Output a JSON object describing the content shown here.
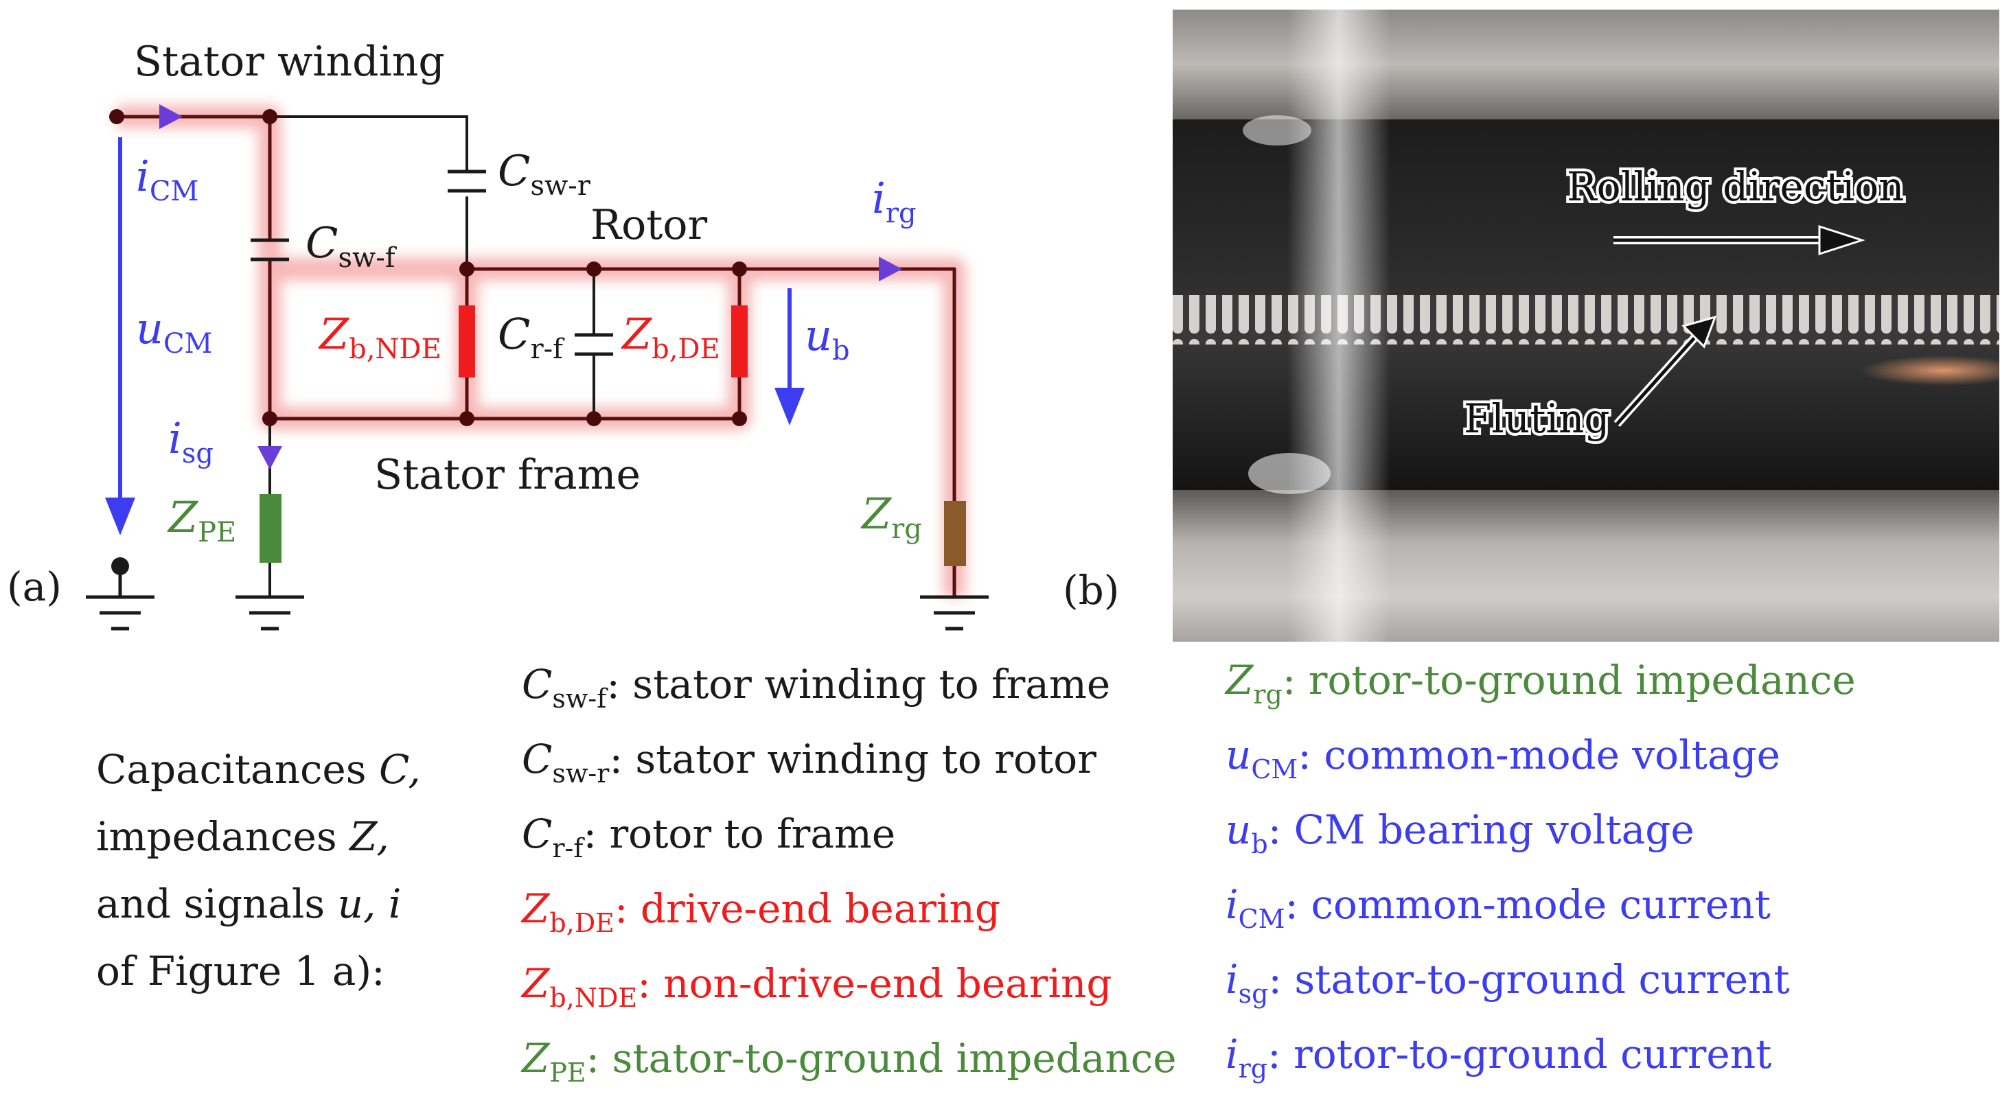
{
  "panel_labels": {
    "a": "(a)",
    "b": "(b)"
  },
  "circuit": {
    "stator_winding": "Stator winding",
    "rotor": "Rotor",
    "stator_frame": "Stator frame",
    "C_sw_f": {
      "sym": "C",
      "sub": "sw-f"
    },
    "C_sw_r": {
      "sym": "C",
      "sub": "sw-r"
    },
    "C_r_f": {
      "sym": "C",
      "sub": "r-f"
    },
    "Z_b_NDE": {
      "sym": "Z",
      "sub": "b,NDE"
    },
    "Z_b_DE": {
      "sym": "Z",
      "sub": "b,DE"
    },
    "Z_PE": {
      "sym": "Z",
      "sub": "PE"
    },
    "Z_rg": {
      "sym": "Z",
      "sub": "rg"
    },
    "i_CM": {
      "sym": "i",
      "sub": "CM"
    },
    "u_CM": {
      "sym": "u",
      "sub": "CM"
    },
    "i_sg": {
      "sym": "i",
      "sub": "sg"
    },
    "i_rg": {
      "sym": "i",
      "sub": "rg"
    },
    "u_b": {
      "sym": "u",
      "sub": "b"
    }
  },
  "photo": {
    "rolling_direction": "Rolling direction",
    "fluting": "Fluting"
  },
  "caption": {
    "line1_a": "Capacitances ",
    "line1_b": "C,",
    "line2_a": "impedances ",
    "line2_b": "Z,",
    "line3_a": "and signals ",
    "line3_b": "u, i",
    "line4": "of Figure 1 a):"
  },
  "legend": [
    {
      "sym": "C",
      "sub": "sw-f",
      "text": ": stator winding to frame"
    },
    {
      "sym": "C",
      "sub": "sw-r",
      "text": ": stator winding to rotor"
    },
    {
      "sym": "C",
      "sub": "r-f",
      "text": ": rotor to frame"
    },
    {
      "sym": "Z",
      "sub": "b,DE",
      "text": ": drive-end bearing"
    },
    {
      "sym": "Z",
      "sub": "b,NDE",
      "text": ": non-drive-end bearing"
    },
    {
      "sym": "Z",
      "sub": "PE",
      "text": ": stator-to-ground impedance"
    },
    {
      "sym": "Z",
      "sub": "rg",
      "text": ": rotor-to-ground impedance"
    },
    {
      "sym": "u",
      "sub": "CM",
      "text": ": common-mode voltage"
    },
    {
      "sym": "u",
      "sub": "b",
      "text": ": CM bearing voltage"
    },
    {
      "sym": "i",
      "sub": "CM",
      "text": ": common-mode current"
    },
    {
      "sym": "i",
      "sub": "sg",
      "text": ": stator-to-ground current"
    },
    {
      "sym": "i",
      "sub": "rg",
      "text": ": rotor-to-ground current"
    }
  ],
  "colors": {
    "black_wire": "#1a1a1a",
    "wire_dark_red": "#5a1010",
    "highlight": "#f4a0a0",
    "bearing_red": "#ee1c1c",
    "ground_green": "#4b8a3a",
    "rotor_ground_brown": "#8b5a2b",
    "signal_blue": "#3c3cf0",
    "current_purple": "#6a3cd8"
  }
}
